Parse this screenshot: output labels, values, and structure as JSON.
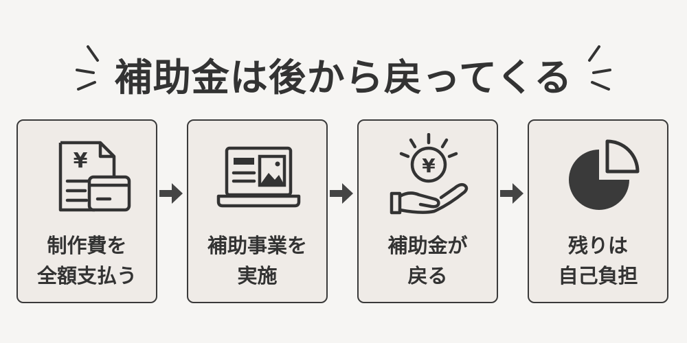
{
  "title": "補助金は後から戻ってくる",
  "colors": {
    "background": "#f6f5f3",
    "card_fill": "#efebe7",
    "ink": "#333333"
  },
  "steps": [
    {
      "icon": "invoice-and-card-icon",
      "line1": "制作費を",
      "line2": "全額支払う"
    },
    {
      "icon": "laptop-website-icon",
      "line1": "補助事業を",
      "line2": "実施"
    },
    {
      "icon": "hand-receiving-coin-icon",
      "line1": "補助金が",
      "line2": "戻る"
    },
    {
      "icon": "pie-chart-icon",
      "line1": "残りは",
      "line2": "自己負担"
    }
  ],
  "icon_glyphs": {
    "invoice_symbol": "¥",
    "coin_symbol": "¥"
  }
}
